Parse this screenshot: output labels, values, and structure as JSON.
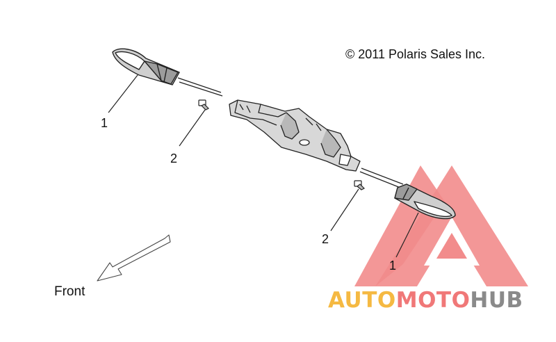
{
  "copyright": "© 2011 Polaris Sales Inc.",
  "callouts": {
    "left_light": "1",
    "right_light": "1",
    "left_bolt": "2",
    "right_bolt": "2"
  },
  "direction_label": "Front",
  "watermark": {
    "part1": "AUTO",
    "part2": "MOTO",
    "part3": "HUB",
    "colors": {
      "triangle": "#f07878",
      "auto": "#f5b942",
      "moto": "#f07878",
      "hub": "#8a8a8a"
    }
  }
}
